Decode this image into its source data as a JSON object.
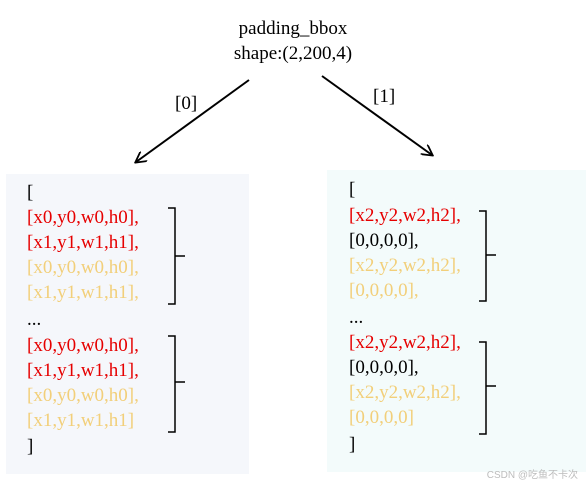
{
  "title": {
    "name": "padding_bbox",
    "shape": "shape:(2,200,4)"
  },
  "edges": [
    "[0]",
    "[1]"
  ],
  "colors": {
    "red": "#e60000",
    "yellow": "#f2cf7a",
    "black": "#000000",
    "left_panel_bg": "#f5f7fb",
    "right_panel_bg": "#f3fbfb"
  },
  "panels": [
    {
      "lines": [
        {
          "text": "[",
          "color": "black"
        },
        {
          "text": "[x0,y0,w0,h0],",
          "color": "red"
        },
        {
          "text": "[x1,y1,w1,h1],",
          "color": "red"
        },
        {
          "text": "[x0,y0,w0,h0],",
          "color": "yellow"
        },
        {
          "text": "[x1,y1,w1,h1],",
          "color": "yellow"
        },
        {
          "text": "...",
          "color": "black"
        },
        {
          "text": "[x0,y0,w0,h0],",
          "color": "red"
        },
        {
          "text": "[x1,y1,w1,h1],",
          "color": "red"
        },
        {
          "text": "[x0,y0,w0,h0],",
          "color": "yellow"
        },
        {
          "text": "[x1,y1,w1,h1]",
          "color": "yellow"
        },
        {
          "text": "]",
          "color": "black"
        }
      ]
    },
    {
      "lines": [
        {
          "text": "[",
          "color": "black"
        },
        {
          "text": "[x2,y2,w2,h2],",
          "color": "red"
        },
        {
          "text": "[0,0,0,0],",
          "color": "black"
        },
        {
          "text": "[x2,y2,w2,h2],",
          "color": "yellow"
        },
        {
          "text": "[0,0,0,0],",
          "color": "yellow"
        },
        {
          "text": "...",
          "color": "black"
        },
        {
          "text": "[x2,y2,w2,h2],",
          "color": "red"
        },
        {
          "text": "[0,0,0,0],",
          "color": "black"
        },
        {
          "text": "[x2,y2,w2,h2],",
          "color": "yellow"
        },
        {
          "text": "[0,0,0,0]",
          "color": "yellow"
        },
        {
          "text": "]",
          "color": "black"
        }
      ]
    }
  ],
  "watermark": "CSDN @吃鱼不卡次"
}
